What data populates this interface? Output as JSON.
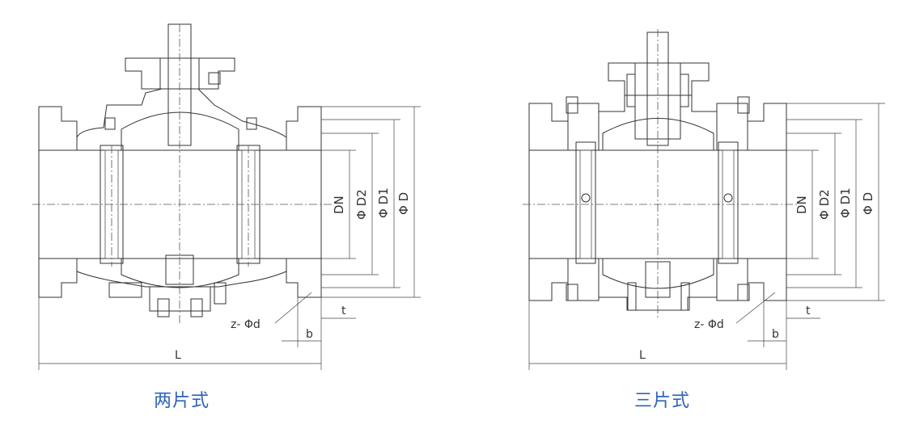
{
  "diagrams": [
    {
      "caption": "两片式",
      "labels": {
        "dn": "DN",
        "d2": "Φ D2",
        "d1": "Φ D1",
        "d": "Φ D",
        "bolt": "z- Φd",
        "t": "t",
        "b": "b",
        "l": "L"
      }
    },
    {
      "caption": "三片式",
      "labels": {
        "dn": "DN",
        "d2": "Φ D2",
        "d1": "Φ D1",
        "d": "Φ D",
        "bolt": "z- Φd",
        "t": "t",
        "b": "b",
        "l": "L"
      }
    }
  ],
  "colors": {
    "caption": "#2e63b8",
    "line": "#333333"
  }
}
